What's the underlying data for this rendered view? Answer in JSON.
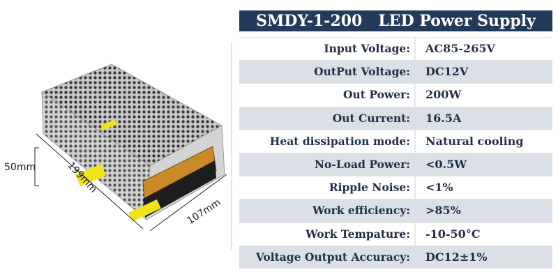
{
  "title": "SMDY-1-200   LED Power Supply",
  "product_image": {
    "dimensions": {
      "height": "50mm",
      "length": "199mm",
      "width": "107mm"
    }
  },
  "specs": [
    {
      "label": "Input Voltage:",
      "value": "AC85-265V"
    },
    {
      "label": "OutPut Voltage:",
      "value": "DC12V"
    },
    {
      "label": "Out Power:",
      "value": "200W"
    },
    {
      "label": "Out Current:",
      "value": "16.5A"
    },
    {
      "label": "Heat dissipation mode:",
      "value": "Natural cooling"
    },
    {
      "label": "No-Load Power:",
      "value": "<0.5W"
    },
    {
      "label": "Ripple Noise:",
      "value": "<1%"
    },
    {
      "label": "Work efficiency:",
      "value": ">85%"
    },
    {
      "label": "Work Tempature:",
      "value": "-10-50°C"
    },
    {
      "label": "Voltage Output Accuracy:",
      "value": "DC12±1%"
    }
  ]
}
